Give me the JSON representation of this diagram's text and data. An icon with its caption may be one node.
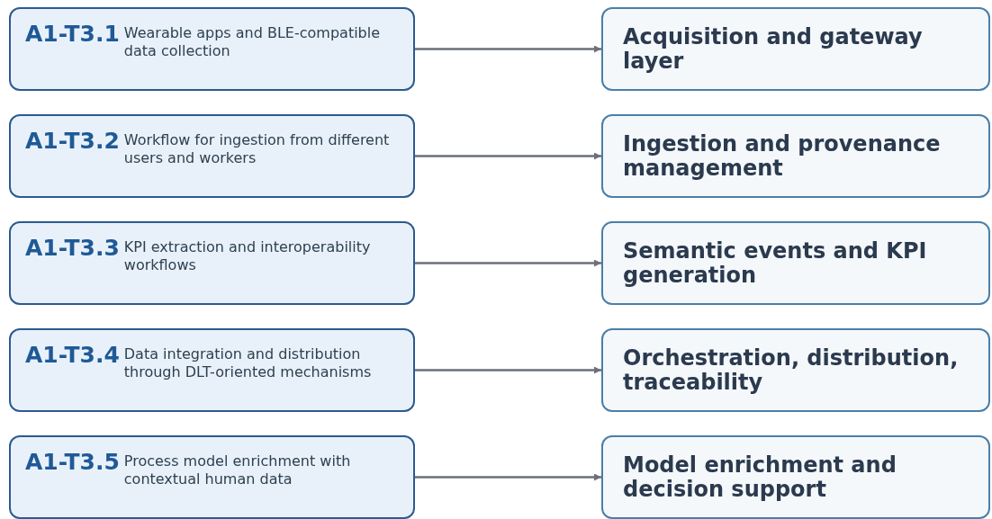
{
  "diagram": {
    "nodes": [
      {
        "text": [
          "A1-T3.1",
          "Wearable apps and BLE-compatible data collection"
        ]
      },
      {
        "text": [
          "Acquisition and gateway layer"
        ]
      },
      {
        "text": [
          "A1-T3.2",
          "Workflow for ingestion from different users and workers"
        ]
      },
      {
        "text": [
          "Ingestion and provenance management"
        ]
      },
      {
        "text": [
          "A1-T3.3",
          "KPI extraction and interoperability workflows"
        ]
      },
      {
        "text": [
          "Semantic events and KPI generation"
        ]
      },
      {
        "text": [
          "A1-T3.4",
          "Data integration and distribution through DLT-oriented mechanisms"
        ]
      },
      {
        "text": [
          "Orchestration, distribution, traceability"
        ]
      },
      {
        "text": [
          "A1-T3.5",
          "Process model enrichment with contextual human data"
        ]
      },
      {
        "text": [
          "Model enrichment and decision support"
        ]
      }
    ],
    "edges": [
      {
        "from": 0,
        "to": 1,
        "arrow": "to"
      },
      {
        "from": 2,
        "to": 3,
        "arrow": "to"
      },
      {
        "from": 4,
        "to": 5,
        "arrow": "to"
      },
      {
        "from": 6,
        "to": 7,
        "arrow": "to"
      },
      {
        "from": 8,
        "to": 9,
        "arrow": "to"
      }
    ]
  }
}
